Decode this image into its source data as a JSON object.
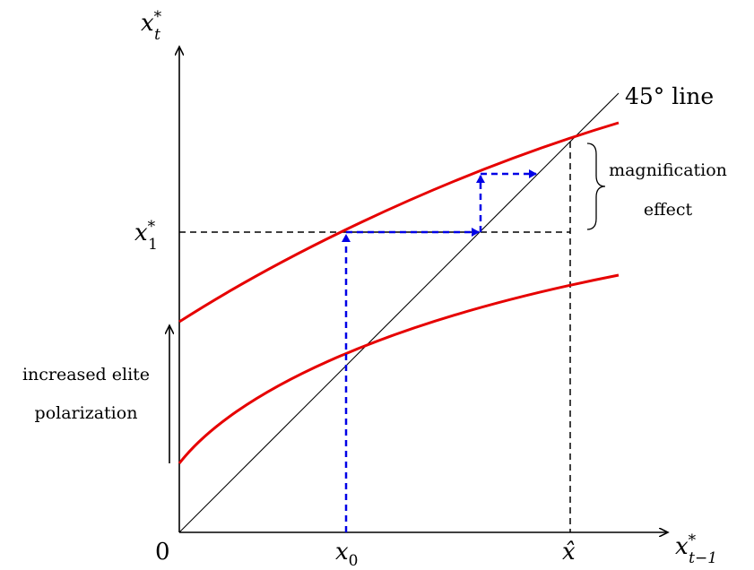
{
  "labels": {
    "y_axis_var": "x",
    "y_axis_sup": "*",
    "y_axis_sub": "t",
    "x_axis_var": "x",
    "x_axis_sup": "*",
    "x_axis_sub": "t−1",
    "origin": "0",
    "x0_var": "x",
    "x0_sub": "0",
    "xhat": "x̂",
    "x1_var": "x",
    "x1_sup": "*",
    "x1_sub": "1",
    "line45": "45° line",
    "magnification_line1": "magnification",
    "magnification_line2": "effect",
    "polarization_line1": "increased elite",
    "polarization_line2": "polarization"
  },
  "colors": {
    "curve": "#e60000",
    "iteration": "#0000e6",
    "axes": "#000000"
  }
}
